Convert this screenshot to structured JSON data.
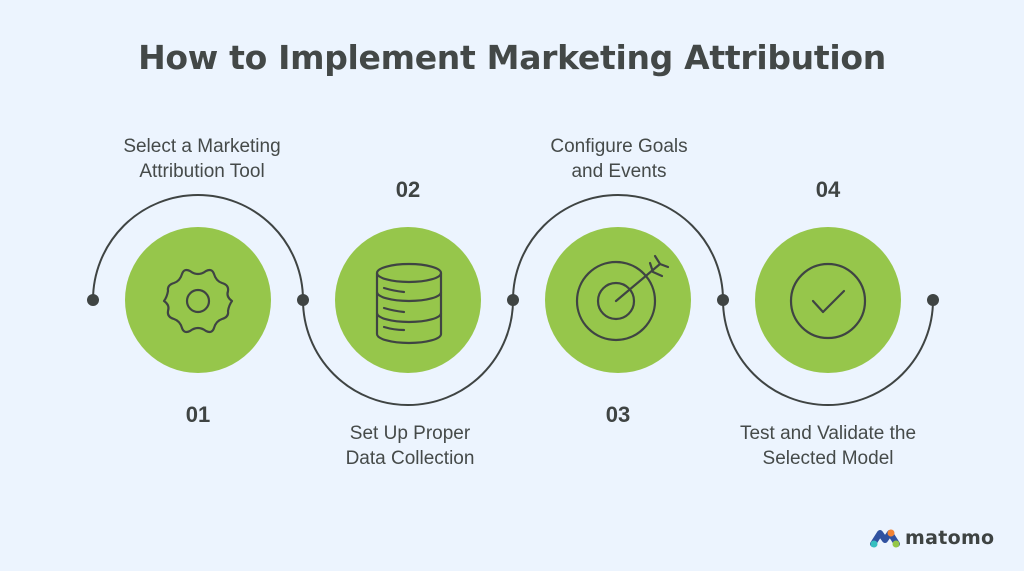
{
  "title": "How to Implement Marketing Attribution",
  "colors": {
    "background": "#ecf4fe",
    "circle_fill": "#96c64b",
    "line": "#3f4443",
    "text": "#454a49"
  },
  "steps": [
    {
      "number": "01",
      "label_line1": "Select a Marketing",
      "label_line2": "Attribution Tool",
      "icon": "gear-icon"
    },
    {
      "number": "02",
      "label_line1": "Set Up Proper",
      "label_line2": "Data Collection",
      "icon": "database-icon"
    },
    {
      "number": "03",
      "label_line1": "Configure Goals",
      "label_line2": "and Events",
      "icon": "target-icon"
    },
    {
      "number": "04",
      "label_line1": "Test and Validate the",
      "label_line2": "Selected Model",
      "icon": "check-circle-icon"
    }
  ],
  "brand": {
    "name": "matomo"
  }
}
